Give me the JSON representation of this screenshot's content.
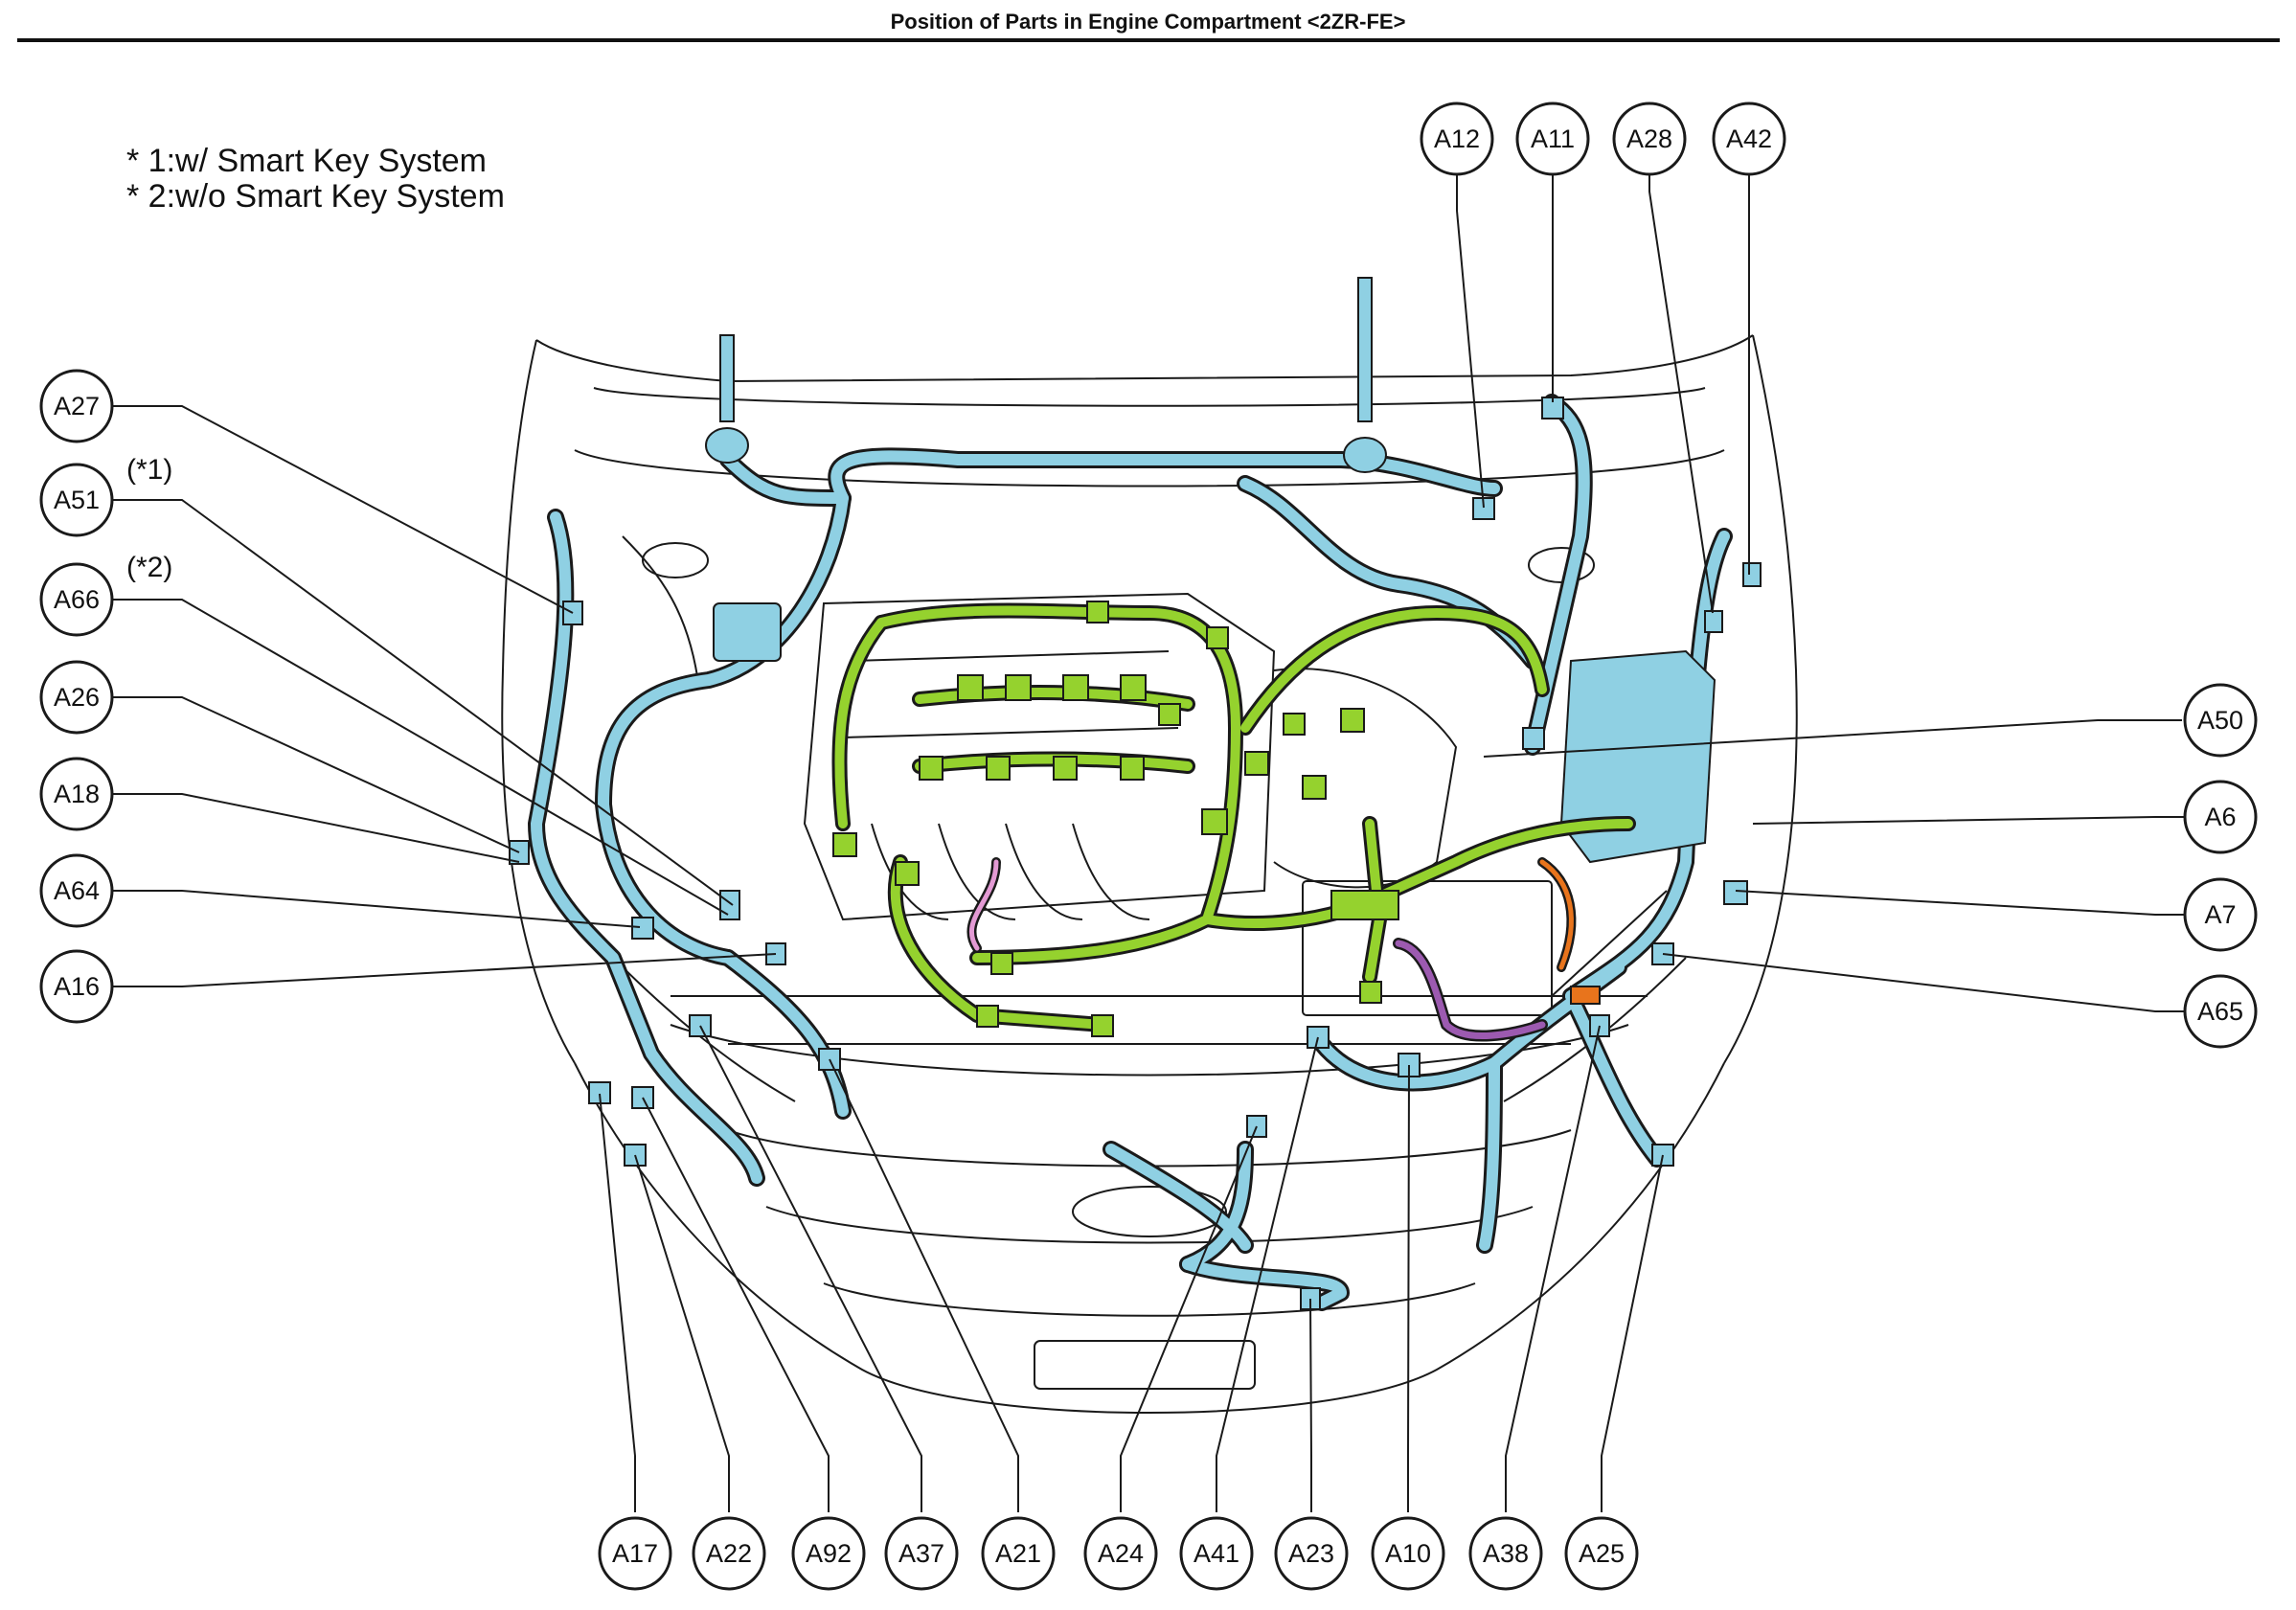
{
  "title": "Position of Parts in Engine Compartment <2ZR-FE>",
  "notes": [
    "* 1:w/ Smart Key System",
    "* 2:w/o Smart Key System"
  ],
  "colors": {
    "harness_blue": "#8fd0e3",
    "harness_green": "#95d22e",
    "harness_purple": "#9c5ab0",
    "harness_orange": "#e8741c",
    "harness_pink": "#e39ad4",
    "outline": "#1a1a1a"
  },
  "callouts": {
    "A12": "A12",
    "A11": "A11",
    "A28": "A28",
    "A42": "A42",
    "A27": "A27",
    "A51": "A51",
    "A66": "A66",
    "A26": "A26",
    "A18": "A18",
    "A64": "A64",
    "A16": "A16",
    "A50": "A50",
    "A6": "A6",
    "A7": "A7",
    "A65": "A65",
    "A17": "A17",
    "A22": "A22",
    "A92": "A92",
    "A37": "A37",
    "A21": "A21",
    "A24": "A24",
    "A41": "A41",
    "A23": "A23",
    "A10": "A10",
    "A38": "A38",
    "A25": "A25"
  },
  "callout_notes": {
    "A51": "(*1)",
    "A66": "(*2)"
  }
}
